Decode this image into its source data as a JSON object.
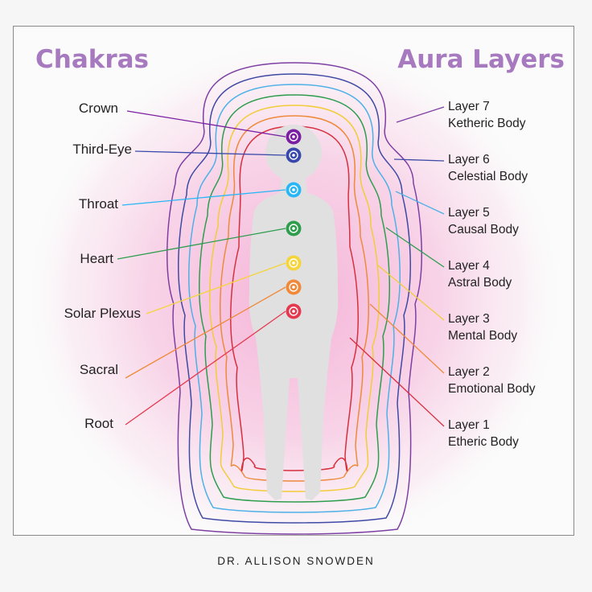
{
  "headings": {
    "chakras": "Chakras",
    "aura_layers": "Aura Layers"
  },
  "chakras": [
    {
      "name": "Crown",
      "color": "#7b1fa2"
    },
    {
      "name": "Third-Eye",
      "color": "#3949ab"
    },
    {
      "name": "Throat",
      "color": "#29b6f6"
    },
    {
      "name": "Heart",
      "color": "#2e9d4e"
    },
    {
      "name": "Solar Plexus",
      "color": "#f5d43c"
    },
    {
      "name": "Sacral",
      "color": "#f08a3a"
    },
    {
      "name": "Root",
      "color": "#e53950"
    }
  ],
  "layers": [
    {
      "layer": "Layer 7",
      "body": "Ketheric Body",
      "color": "#7e3fa3"
    },
    {
      "layer": "Layer 6",
      "body": "Celestial Body",
      "color": "#3f4aa5"
    },
    {
      "layer": "Layer 5",
      "body": "Causal Body",
      "color": "#4db0e6"
    },
    {
      "layer": "Layer 4",
      "body": "Astral Body",
      "color": "#2e9d4e"
    },
    {
      "layer": "Layer 3",
      "body": "Mental Body",
      "color": "#f2cc3a"
    },
    {
      "layer": "Layer 2",
      "body": "Emotional Body",
      "color": "#ee8a3c"
    },
    {
      "layer": "Layer 1",
      "body": "Etheric Body",
      "color": "#d6303f"
    }
  ],
  "footer": "DR. ALLISON SNOWDEN"
}
